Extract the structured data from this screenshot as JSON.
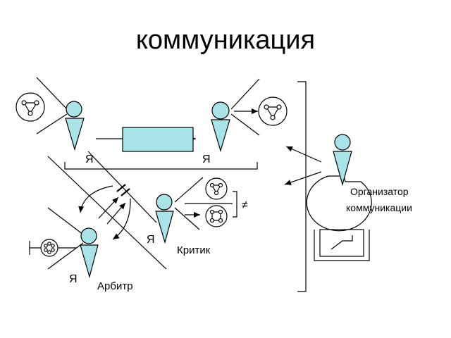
{
  "title": "коммуникация",
  "labels": {
    "ya_top_left": "Я",
    "ya_top_right": "Я",
    "ya_critic": "Я",
    "ya_arbiter": "Я",
    "critic": "Критик",
    "arbiter": "Арбитр",
    "organizer_line1": "Организатор",
    "organizer_line2": "коммуникации",
    "not_equal": "≠"
  },
  "colors": {
    "figure_fill": "#a8e3e8",
    "stroke": "#000000",
    "background": "#ffffff"
  }
}
